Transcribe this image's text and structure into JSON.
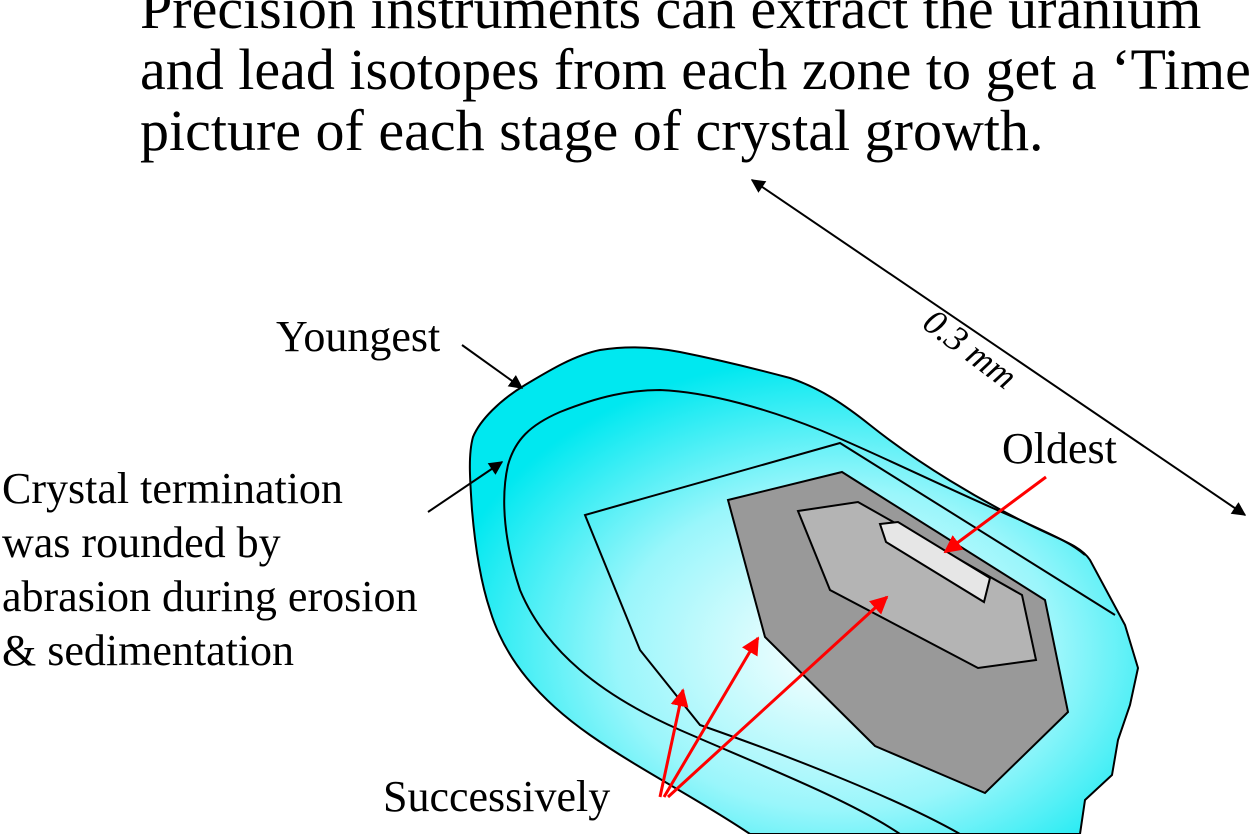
{
  "heading": {
    "lines": [
      "Precision instruments can extract the uranium",
      "and lead isotopes from each zone to get a ‘Time’",
      "picture of each stage of crystal growth."
    ]
  },
  "labels": {
    "youngest": "Youngest",
    "oldest": "Oldest",
    "successively": "Successively",
    "termination": [
      "Crystal termination",
      "was rounded by",
      "abrasion during erosion",
      "& sedimentation"
    ],
    "scale": "0.3 mm"
  },
  "colors": {
    "outer_zone": "#00e8f0",
    "light_core": "#ffffff",
    "dark_zone": "#999999",
    "mid_zone": "#b4b4b4",
    "oldest_core": "#e6e6e6",
    "arrow_red": "#ff0000",
    "arrow_black": "#000000"
  }
}
